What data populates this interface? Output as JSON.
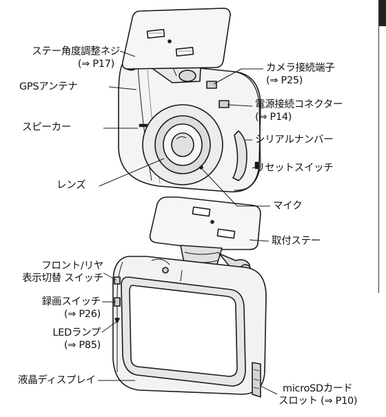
{
  "labels": {
    "stay_angle_line1": "ステー角度調整ネジ",
    "stay_angle_line2": "(⇒ P17)",
    "gps_antenna": "GPSアンテナ",
    "speaker": "スピーカー",
    "lens": "レンズ",
    "camera_port_line1": "カメラ接続端子",
    "camera_port_line2": "(⇒ P25)",
    "power_connector_line1": "電源接続コネクター",
    "power_connector_line2": "(⇒ P14)",
    "serial_number": "シリアルナンバー",
    "reset_switch": "リセットスイッチ",
    "microphone": "マイク",
    "mount_stay": "取付ステー",
    "front_rear_line1": "フロント/リヤ",
    "front_rear_line2": "表示切替 スイッチ",
    "record_switch_line1": "録画スイッチ",
    "record_switch_line2": "(⇒ P26)",
    "led_lamp_line1": "LEDランプ",
    "led_lamp_line2": "(⇒ P85)",
    "lcd_display": "液晶ディスプレイ",
    "microsd_line1": "microSDカード",
    "microsd_line2": "スロット (⇒ P10)"
  },
  "colors": {
    "outline": "#1a1a1a",
    "body_fill": "#f4f4f4",
    "shade": "#cfcfcf"
  }
}
